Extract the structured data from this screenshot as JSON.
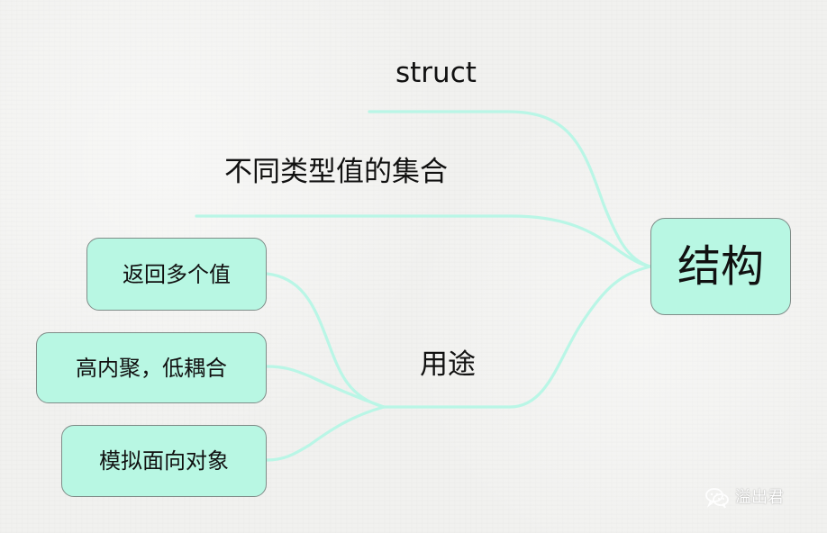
{
  "diagram": {
    "root": "结构",
    "upper_branch_1": "struct",
    "upper_branch_2": "不同类型值的集合",
    "lower_branch": "用途",
    "use_items": [
      "返回多个值",
      "高内聚，低耦合",
      "模拟面向对象"
    ]
  },
  "watermark": {
    "text": "溢出君",
    "icon": "wechat-icon"
  },
  "colors": {
    "node_fill": "#b8f7e3",
    "node_border": "#7f8c88",
    "connector": "#b9f6e6",
    "background": "#f1f1ef"
  }
}
